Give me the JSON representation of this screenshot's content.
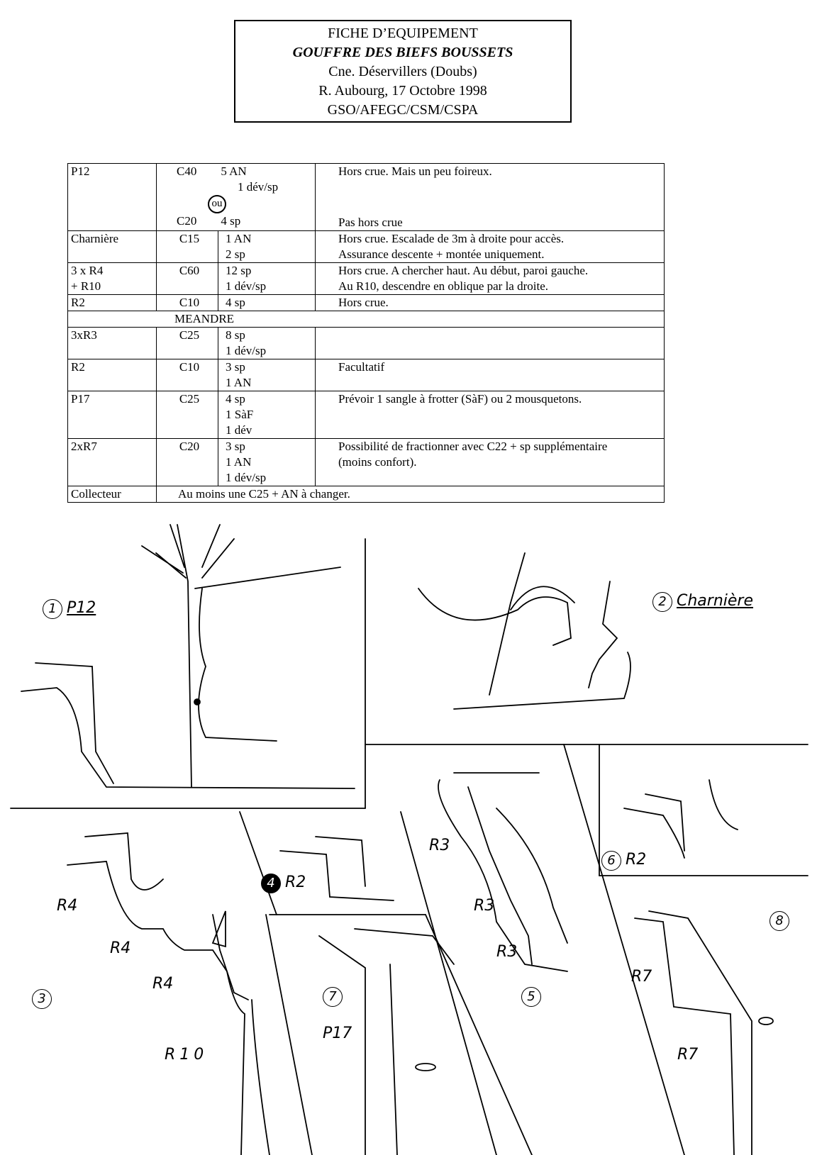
{
  "header": {
    "line1": "FICHE D’EQUIPEMENT",
    "line2": "GOUFFRE DES BIEFS BOUSSETS",
    "line3": "Cne. Déservillers (Doubs)",
    "line4": "R. Aubourg, 17 Octobre 1998",
    "line5": "GSO/AFEGC/CSM/CSPA"
  },
  "table": {
    "p12": {
      "name": "P12",
      "rope1": "C40",
      "gear1": [
        "5 AN",
        "1 dév/sp"
      ],
      "or": "ou",
      "rope2": "C20",
      "gear2": "4 sp",
      "note1": "Hors crue. Mais un peu foireux.",
      "note2": "Pas hors crue"
    },
    "rows": [
      {
        "name": [
          "Charnière"
        ],
        "rope": "C15",
        "gear": [
          "1 AN",
          "2 sp"
        ],
        "notes": [
          "Hors crue. Escalade de 3m à droite pour accès.",
          "Assurance descente + montée uniquement."
        ]
      },
      {
        "name": [
          "3 x R4",
          "+ R10"
        ],
        "rope": "C60",
        "gear": [
          "12 sp",
          "1 dév/sp"
        ],
        "notes": [
          "Hors crue. A chercher haut. Au début, paroi gauche.",
          "Au R10, descendre en oblique par la droite."
        ]
      },
      {
        "name": [
          "R2"
        ],
        "rope": "C10",
        "gear": [
          "4 sp"
        ],
        "notes": [
          "Hors crue."
        ]
      }
    ],
    "section": "MEANDRE",
    "rows2": [
      {
        "name": [
          "3xR3"
        ],
        "rope": "C25",
        "gear": [
          "8 sp",
          "1 dév/sp"
        ],
        "notes": [
          ""
        ]
      },
      {
        "name": [
          "R2"
        ],
        "rope": "C10",
        "gear": [
          "3 sp",
          "1 AN"
        ],
        "notes": [
          "Facultatif"
        ]
      },
      {
        "name": [
          "P17"
        ],
        "rope": "C25",
        "gear": [
          "4 sp",
          "1 SàF",
          "1 dév"
        ],
        "notes": [
          "Prévoir 1 sangle à frotter (SàF) ou 2 mousquetons."
        ]
      },
      {
        "name": [
          "2xR7"
        ],
        "rope": "C20",
        "gear": [
          "3 sp",
          "1 AN",
          "1 dév/sp"
        ],
        "notes": [
          "Possibilité de fractionner avec C22 + sp supplémentaire",
          "(moins confort)."
        ]
      }
    ],
    "collecteur": {
      "name": "Collecteur",
      "note": "Au moins une C25 + AN à changer."
    }
  },
  "sketches": {
    "s1_num": "1",
    "s1_label": "P12",
    "s2_num": "2",
    "s2_label": "Charnière",
    "s3_num": "3",
    "s3_r4a": "R4",
    "s3_r4b": "R4",
    "s3_r4c": "R4",
    "s3_r10": "R10",
    "s4_num": "4",
    "s4_label": "R2",
    "s5_num": "5",
    "s5_r3a": "R3",
    "s5_r3b": "R3",
    "s5_r3c": "R3",
    "s6_num": "6",
    "s6_label": "R2",
    "s7_num": "7",
    "s7_label": "P17",
    "s8_num": "8",
    "s8_r7a": "R7",
    "s8_r7b": "R7"
  }
}
